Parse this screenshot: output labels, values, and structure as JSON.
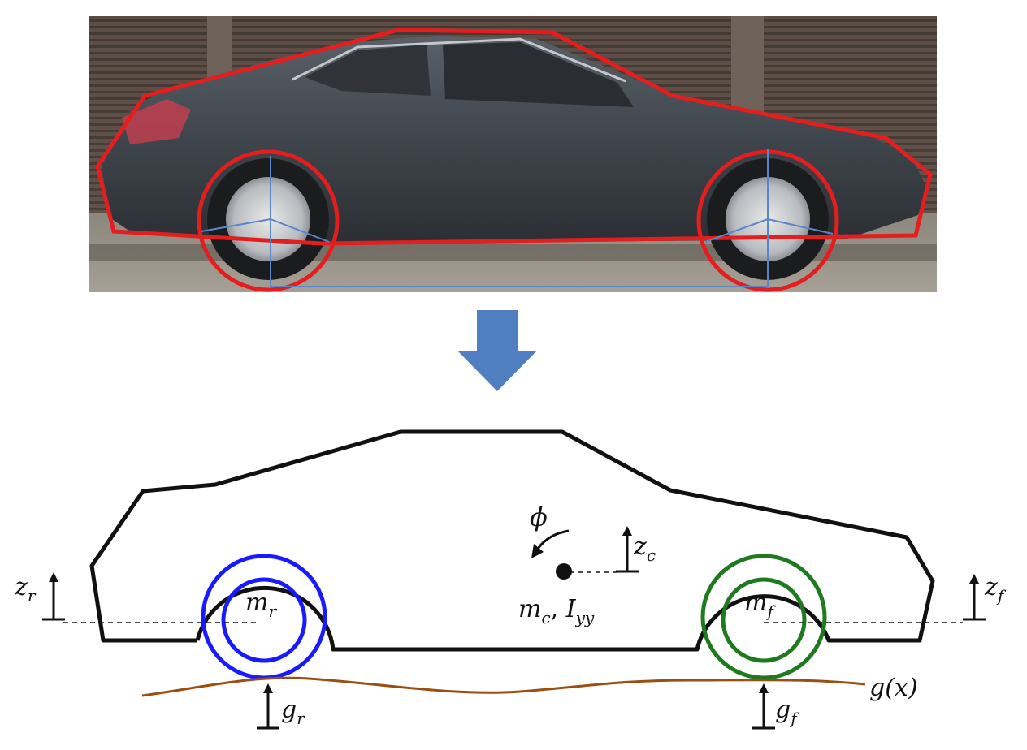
{
  "colors": {
    "outline_red": "#e41e1e",
    "construction_blue": "#5a86c8",
    "arrow_blue": "#4f7fc0",
    "body_black": "#111111",
    "rear_wheel_blue": "#1a1aff",
    "front_wheel_green": "#1f7a1f",
    "road_brown": "#9a4f12"
  },
  "photo": {
    "icon": "car-photo"
  },
  "arrow": {
    "icon": "down-arrow-icon"
  },
  "labels": {
    "zr": {
      "main": "z",
      "sub": "r"
    },
    "zc": {
      "main": "z",
      "sub": "c"
    },
    "zf": {
      "main": "z",
      "sub": "f"
    },
    "phi": "ϕ",
    "mr": {
      "main": "m",
      "sub": "r"
    },
    "mf": {
      "main": "m",
      "sub": "f"
    },
    "mc": {
      "main": "m",
      "sub": "c"
    },
    "sep": ", ",
    "iyy": {
      "main": "I",
      "sub": "yy"
    },
    "gr": {
      "main": "g",
      "sub": "r"
    },
    "gf": {
      "main": "g",
      "sub": "f"
    },
    "gx": "g(x)"
  }
}
